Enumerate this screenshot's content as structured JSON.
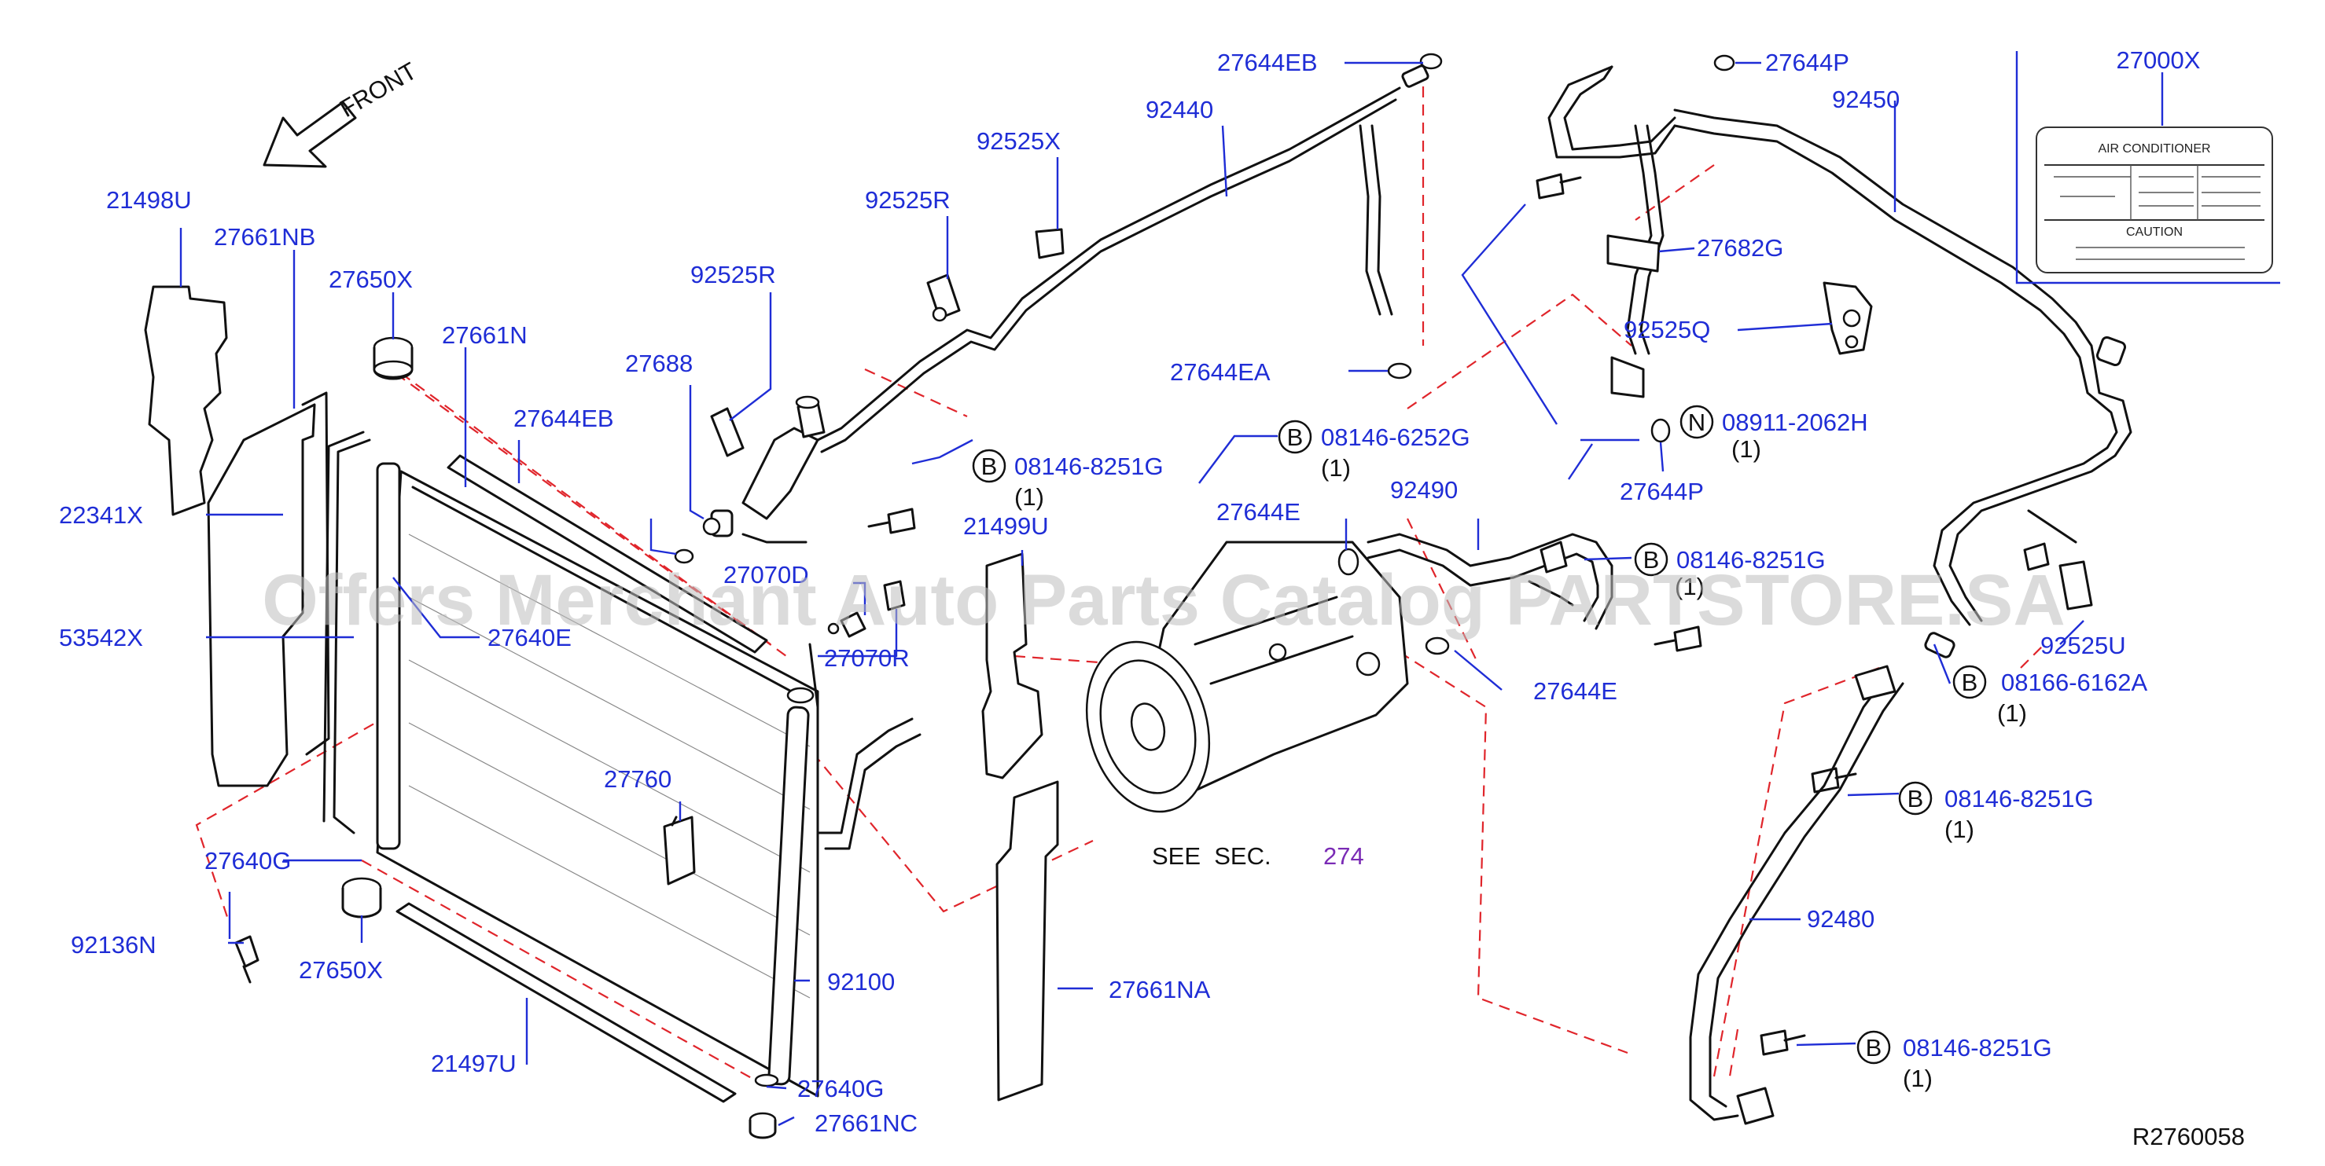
{
  "watermark": "Offers Merchant Auto Parts Catalog PARTSTORE.SA",
  "front_label": "FRONT",
  "see_sec": {
    "text": "SEE  SEC.",
    "ref": "274"
  },
  "diagram_code": "R2760058",
  "label_box": {
    "part": "27000X",
    "title": "AIR    CONDITIONER",
    "caution": "CAUTION"
  },
  "labels": {
    "l_21498U": "21498U",
    "l_27661NB": "27661NB",
    "l_27650X_top": "27650X",
    "l_27661N": "27661N",
    "l_27688": "27688",
    "l_92525R_a": "92525R",
    "l_92525R_b": "92525R",
    "l_92525X": "92525X",
    "l_92440": "92440",
    "l_27644EB_top": "27644EB",
    "l_27644EB_mid": "27644EB",
    "l_27644EA": "27644EA",
    "l_27644P_top": "27644P",
    "l_27644P_mid": "27644P",
    "l_92450": "92450",
    "l_27682G": "27682G",
    "l_92525Q": "92525Q",
    "l_22341X": "22341X",
    "l_53542X": "53542X",
    "l_27640E": "27640E",
    "l_27070D": "27070D",
    "l_27070R": "27070R",
    "l_21499U": "21499U",
    "l_27644E_top": "27644E",
    "l_27644E_low": "27644E",
    "l_92490": "92490",
    "l_92525U": "92525U",
    "l_27760": "27760",
    "l_27640G_left": "27640G",
    "l_27640G_bot": "27640G",
    "l_92136N": "92136N",
    "l_27650X_bot": "27650X",
    "l_21497U": "21497U",
    "l_27661NC": "27661NC",
    "l_92100": "92100",
    "l_27661NA": "27661NA",
    "l_92480": "92480"
  },
  "bolt_refs": [
    {
      "circle": "B",
      "part": "08146-8251G",
      "qty": "(1)"
    },
    {
      "circle": "B",
      "part": "08146-6252G",
      "qty": "(1)"
    },
    {
      "circle": "N",
      "part": "08911-2062H",
      "qty": "(1)"
    },
    {
      "circle": "B",
      "part": "08146-8251G",
      "qty": "(1)"
    },
    {
      "circle": "B",
      "part": "08166-6162A",
      "qty": "(1)"
    },
    {
      "circle": "B",
      "part": "08146-8251G",
      "qty": "(1)"
    },
    {
      "circle": "B",
      "part": "08146-8251G",
      "qty": "(1)"
    }
  ],
  "colors": {
    "label": "#1f2dd6",
    "dashed_line": "#e0252b",
    "ref_section": "#7a2bb5",
    "outline": "#111111"
  }
}
